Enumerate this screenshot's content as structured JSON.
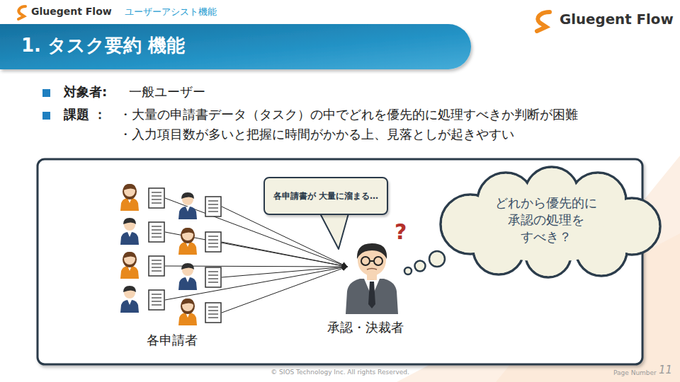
{
  "diagram": {
    "title": "1. タスク要約 機能",
    "nodes": [
      {
        "text": [
          "各申請書が 大量に溜まる…"
        ]
      },
      {
        "text": [
          "どれから優先的に 承認の処理を すべき？"
        ]
      }
    ],
    "labels": [
      "Gluegent Flow",
      "ユーザーアシスト機能",
      "Gluegent Flow",
      "対象者:",
      "一般ユーザー",
      "課題 ：",
      "・大量の申請書データ（タスク）の中でどれを優先的に処理すべきか判断が困難",
      "・入力項目数が多いと把握に時間がかかる上、見落としが起きやすい",
      "?",
      "各申請者",
      "承認・決裁者",
      "© SIOS Technology Inc. All rights Reserved.",
      "Page Number",
      "11"
    ]
  }
}
